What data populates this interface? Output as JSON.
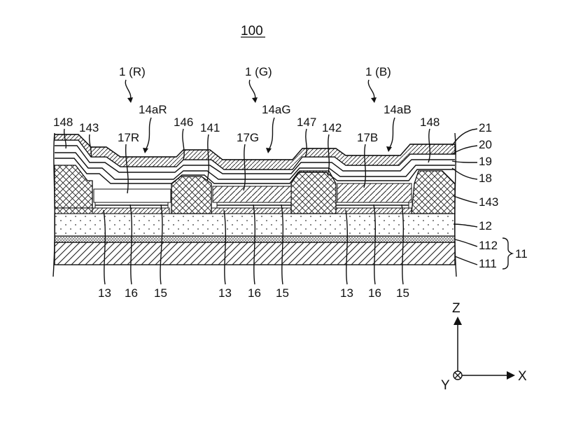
{
  "figure": {
    "title": "100",
    "pixel_labels": {
      "pxR": "1 (R)",
      "pxG": "1 (G)",
      "pxB": "1 (B)",
      "a14R": "14aR",
      "a14G": "14aG",
      "a14B": "14aB"
    },
    "top_labels": {
      "l148a": "148",
      "l143a": "143",
      "l17R": "17R",
      "l146": "146",
      "l141": "141",
      "l17G": "17G",
      "l147": "147",
      "l142": "142",
      "l17B": "17B",
      "l148b": "148"
    },
    "right_labels": {
      "r21": "21",
      "r20": "20",
      "r19": "19",
      "r18": "18",
      "r143": "143",
      "r12": "12",
      "r112": "112",
      "r111": "111",
      "r11": "11"
    },
    "bottom_labels": [
      {
        "n13": "13",
        "n16": "16",
        "n15": "15"
      },
      {
        "n13": "13",
        "n16": "16",
        "n15": "15"
      },
      {
        "n13": "13",
        "n16": "16",
        "n15": "15"
      }
    ],
    "axes": {
      "z": "Z",
      "x": "X",
      "y": "Y"
    }
  }
}
